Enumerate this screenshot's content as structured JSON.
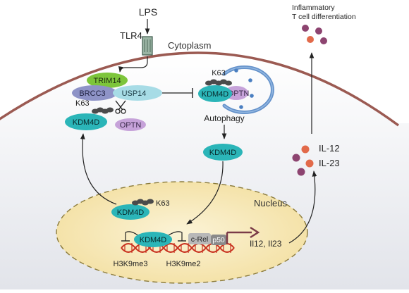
{
  "labels": {
    "lps": "LPS",
    "tlr4": "TLR4",
    "cytoplasm": "Cytoplasm",
    "trim14": "TRIM14",
    "brcc3": "BRCC3",
    "usp14": "USP14",
    "k63_top": "K63",
    "k63_left": "K63",
    "k63_nucleus": "K63",
    "kdm4d_left": "KDM4D",
    "kdm4d_autophagy": "KDM4D",
    "kdm4d_mid": "KDM4D",
    "kdm4d_nucleus": "KDM4D",
    "kdm4d_dna": "KDM4D",
    "optn_free": "OPTN",
    "optn_bound": "OPTN",
    "autophagy": "Autophagy",
    "nucleus": "Nucleus",
    "h3k9me3": "H3K9me3",
    "h3k9me2": "H3K9me2",
    "crel": "c-Rel",
    "p50": "p50",
    "genes": "Il12, Il23",
    "il12": "IL-12",
    "il23": "IL-23",
    "inflammatory_line1": "Inflammatory",
    "inflammatory_line2": "T cell differentiation"
  },
  "colors": {
    "membrane": "#9b5a52",
    "kdm4d": "#2bb5b8",
    "trim14": "#7dc53b",
    "brcc3": "#8e93c7",
    "usp14": "#a7dce6",
    "optn": "#c6a2d9",
    "nucleus_fill": "#f7e9b8",
    "dna_red": "#c8311f",
    "cytokine_purple": "#8d4470",
    "cytokine_orange": "#e26a4a"
  }
}
